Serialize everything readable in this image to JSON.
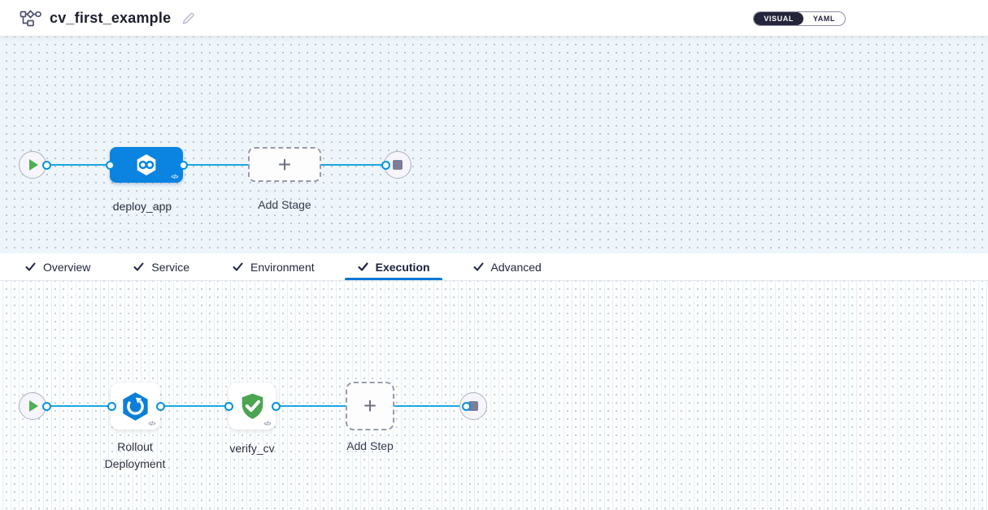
{
  "header": {
    "title": "cv_first_example",
    "view_toggle": {
      "options": [
        "VISUAL",
        "YAML"
      ],
      "selected": "VISUAL"
    }
  },
  "stage_pipeline": {
    "stage": {
      "label": "deploy_app",
      "icon": "cd-stage-hexagon-infinity-icon",
      "color": "#0b84e1"
    },
    "add_stage": {
      "label": "Add Stage",
      "plus": "+"
    },
    "code_badge": "</>"
  },
  "tabs": {
    "active": "Execution",
    "items": [
      {
        "label": "Overview",
        "checked": true
      },
      {
        "label": "Service",
        "checked": true
      },
      {
        "label": "Environment",
        "checked": true
      },
      {
        "label": "Execution",
        "checked": true
      },
      {
        "label": "Advanced",
        "checked": true
      }
    ]
  },
  "execution_pipeline": {
    "steps": [
      {
        "label": "Rollout Deployment",
        "icon": "rollout-deployment-icon"
      },
      {
        "label": "verify_cv",
        "icon": "shield-check-icon"
      }
    ],
    "add_step": {
      "label": "Add Step",
      "plus": "+"
    },
    "code_badge": "</>"
  },
  "colors": {
    "primary_blue": "#0278d5",
    "connector_blue": "#1aa7e4",
    "stage_blue": "#0b84e1",
    "play_green": "#4fb052",
    "shield_green": "#4ca551",
    "toggle_dark": "#24243a"
  }
}
